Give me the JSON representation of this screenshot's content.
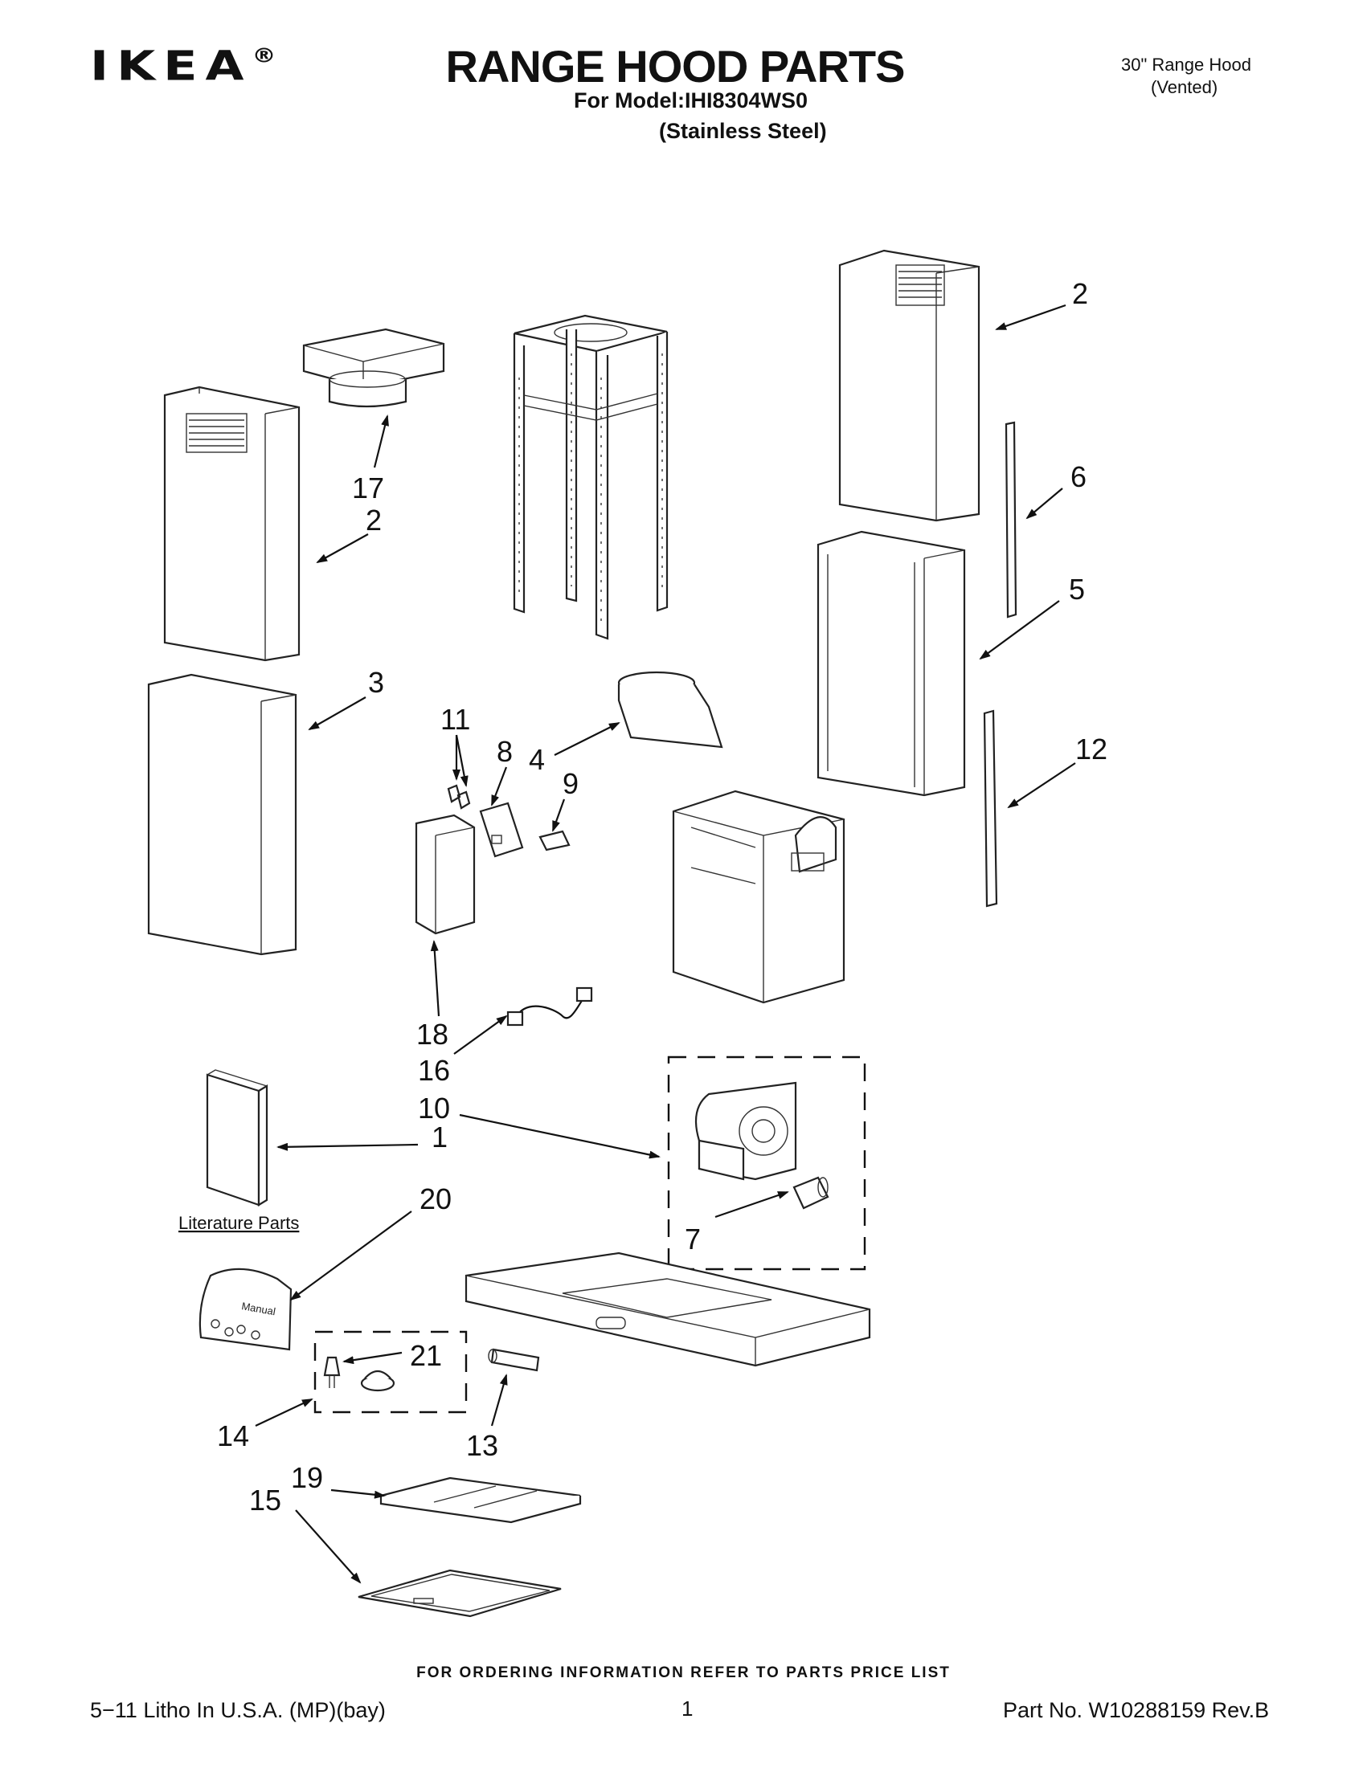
{
  "header": {
    "brand": "IKEA",
    "registered_mark": "®",
    "title": "RANGE HOOD PARTS",
    "model_line": "For Model:IHI8304WS0",
    "material_line": "(Stainless Steel)",
    "product_line1": "30\" Range Hood",
    "product_line2": "(Vented)"
  },
  "diagram": {
    "callouts": [
      "1",
      "2",
      "2",
      "3",
      "4",
      "5",
      "6",
      "7",
      "8",
      "9",
      "10",
      "11",
      "12",
      "13",
      "14",
      "15",
      "16",
      "17",
      "18",
      "19",
      "20",
      "21"
    ],
    "literature_label": "Literature Parts",
    "manual_label": "Manual"
  },
  "footer": {
    "ordering_note": "FOR ORDERING INFORMATION REFER TO PARTS PRICE LIST",
    "litho": "5−11 Litho In U.S.A. (MP)(bay)",
    "page": "1",
    "part_no": "Part No. W10288159 Rev.B"
  }
}
